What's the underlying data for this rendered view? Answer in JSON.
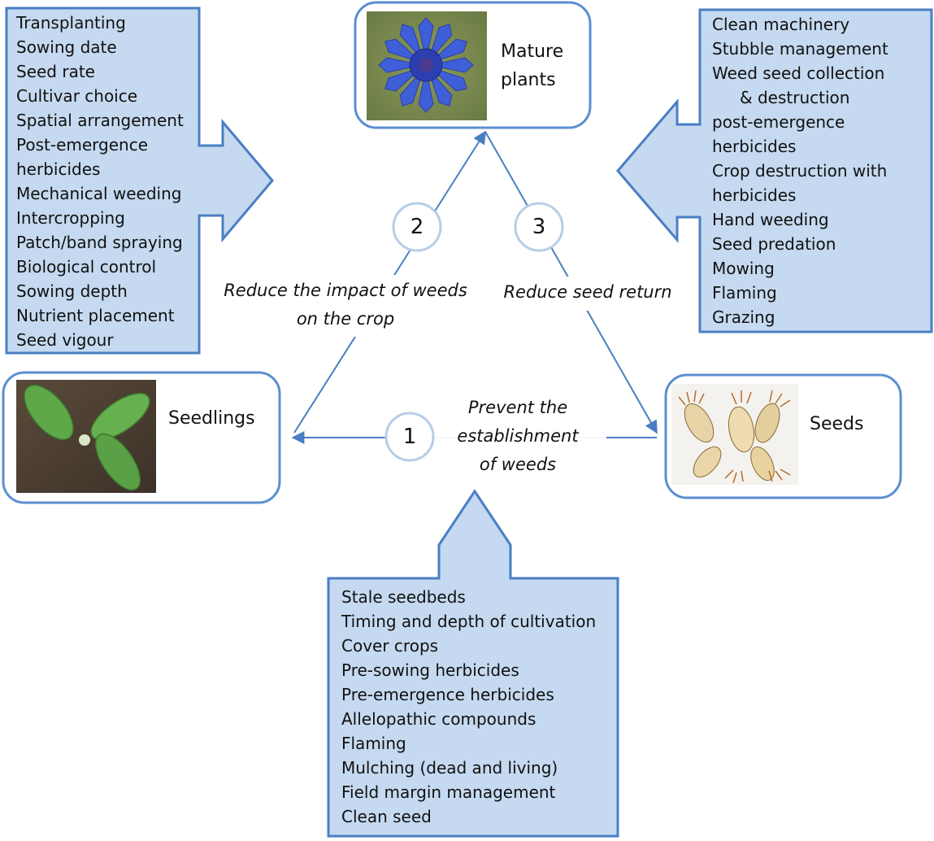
{
  "nodes": {
    "mature_plants": {
      "label_line1": "Mature",
      "label_line2": "plants"
    },
    "seedlings": {
      "label": "Seedlings"
    },
    "seeds": {
      "label": "Seeds"
    }
  },
  "steps": [
    {
      "number": "1",
      "label_line1": "Prevent the",
      "label_line2": "establishment",
      "label_line3": "of weeds"
    },
    {
      "number": "2",
      "label_line1": "Reduce the impact of weeds",
      "label_line2": "on the crop"
    },
    {
      "number": "3",
      "label_line1": "Reduce seed return"
    }
  ],
  "lists": {
    "left": [
      "Transplanting",
      "Sowing date",
      "Seed rate",
      "Cultivar choice",
      "Spatial arrangement",
      "Post-emergence",
      "herbicides",
      "Mechanical weeding",
      "Intercropping",
      "Patch/band spraying",
      "Biological control",
      "Sowing depth",
      "Nutrient placement",
      "Seed vigour"
    ],
    "right": [
      "Clean machinery",
      "Stubble management",
      "Weed seed collection",
      "& destruction",
      "post-emergence",
      "herbicides",
      "Crop destruction with",
      "herbicides",
      "Hand weeding",
      "Seed predation",
      "Mowing",
      "Flaming",
      "Grazing"
    ],
    "bottom": [
      "Stale seedbeds",
      "Timing and depth of cultivation",
      "Cover crops",
      "Pre-sowing herbicides",
      "Pre-emergence herbicides",
      "Allelopathic compounds",
      "Flaming",
      "Mulching (dead and living)",
      "Field margin management",
      "Clean seed"
    ]
  },
  "colors": {
    "box_fill": "#c5d9f0",
    "box_border": "#4a7ec4",
    "node_border": "#5b8fd0",
    "arrow": "#4a7ec4",
    "circle_border": "#b7cde5"
  }
}
